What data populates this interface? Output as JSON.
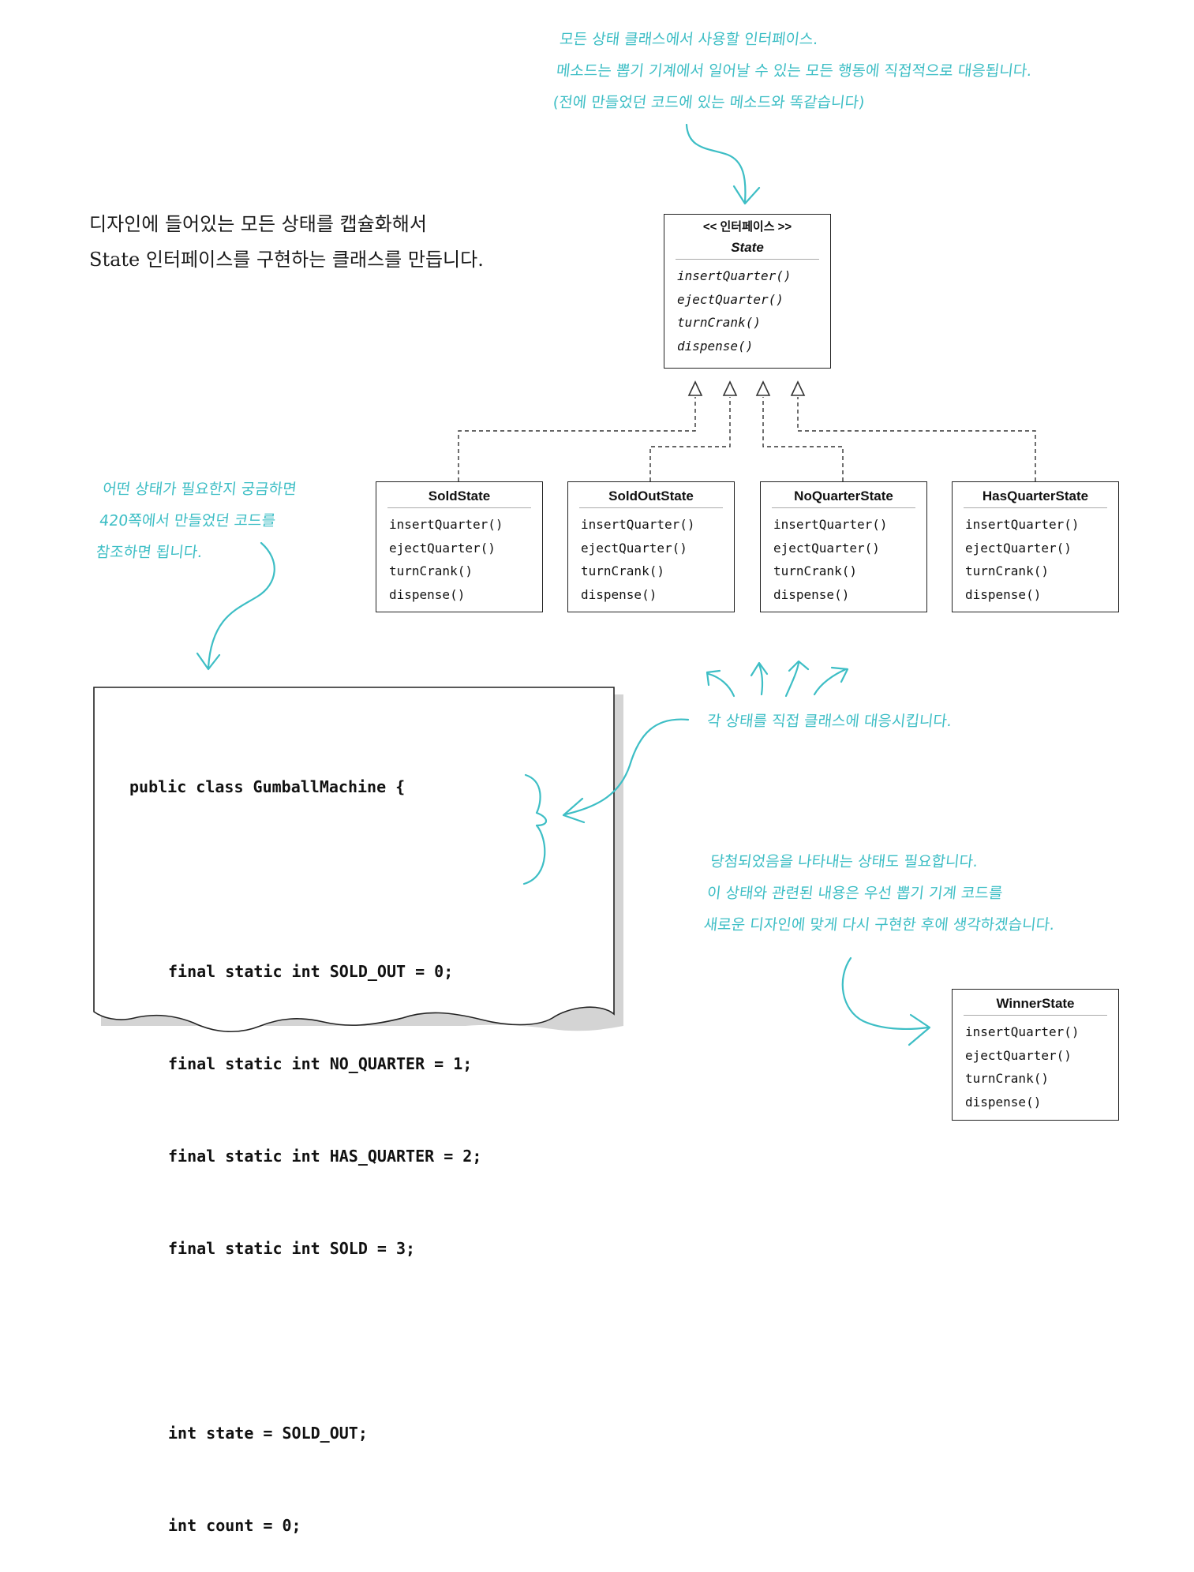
{
  "annotations": {
    "interface_note": [
      "모든 상태 클래스에서 사용할 인터페이스.",
      "메소드는 뽑기 기계에서 일어날 수 있는 모든 행동에 직접적으로 대응됩니다.",
      "(전에 만들었던 코드에 있는 메소드와 똑같습니다)"
    ],
    "lookup_note": [
      "어떤 상태가 필요한지 궁금하면",
      "420쪽에서 만들었던 코드를",
      "참조하면 됩니다."
    ],
    "map_note": "각 상태를 직접 클래스에 대응시킵니다.",
    "winner_note": [
      "당첨되었음을 나타내는 상태도 필요합니다.",
      "이 상태와 관련된 내용은 우선 뽑기 기계 코드를",
      "새로운 디자인에 맞게 다시 구현한 후에 생각하겠습니다."
    ]
  },
  "intro_text": [
    "디자인에 들어있는 모든 상태를 캡슐화해서",
    "State 인터페이스를 구현하는 클래스를 만듭니다."
  ],
  "state_interface": {
    "stereotype": "<< 인터페이스 >>",
    "name": "State",
    "methods": [
      "insertQuarter()",
      "ejectQuarter()",
      "turnCrank()",
      "dispense()"
    ]
  },
  "classes": [
    {
      "name": "SoldState",
      "methods": [
        "insertQuarter()",
        "ejectQuarter()",
        "turnCrank()",
        "dispense()"
      ]
    },
    {
      "name": "SoldOutState",
      "methods": [
        "insertQuarter()",
        "ejectQuarter()",
        "turnCrank()",
        "dispense()"
      ]
    },
    {
      "name": "NoQuarterState",
      "methods": [
        "insertQuarter()",
        "ejectQuarter()",
        "turnCrank()",
        "dispense()"
      ]
    },
    {
      "name": "HasQuarterState",
      "methods": [
        "insertQuarter()",
        "ejectQuarter()",
        "turnCrank()",
        "dispense()"
      ]
    }
  ],
  "winner_class": {
    "name": "WinnerState",
    "methods": [
      "insertQuarter()",
      "ejectQuarter()",
      "turnCrank()",
      "dispense()"
    ]
  },
  "code": {
    "class_decl": "public class GumballMachine {",
    "constants": [
      "final static int SOLD_OUT = 0;",
      "final static int NO_QUARTER = 1;",
      "final static int HAS_QUARTER = 2;",
      "final static int SOLD = 3;"
    ],
    "fields": [
      "int state = SOLD_OUT;",
      "int count = 0;"
    ]
  },
  "colors": {
    "annotation": "#3dbec5",
    "text": "#111111",
    "paper_shadow": "#d4d4d4"
  }
}
